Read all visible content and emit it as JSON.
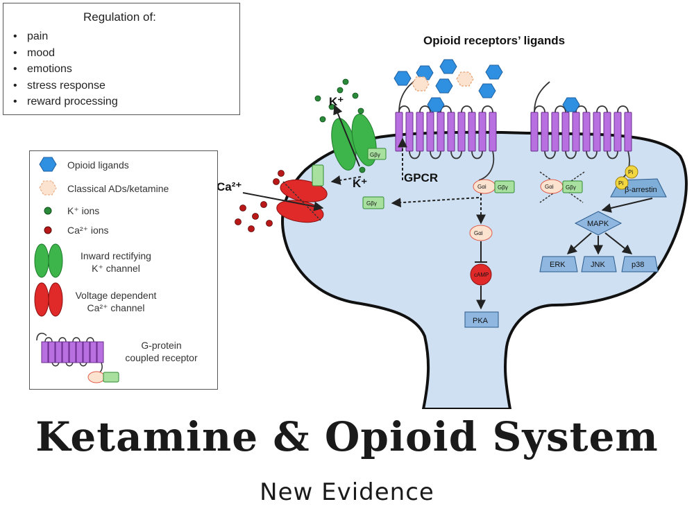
{
  "regulation": {
    "title": "Regulation of:",
    "items": [
      "pain",
      "mood",
      "emotions",
      "stress response",
      "reward processing"
    ]
  },
  "legend": {
    "opioid_ligands": "Opioid ligands",
    "classical_ads": "Classical ADs/ketamine",
    "k_ions": "K⁺ ions",
    "ca_ions": "Ca²⁺ ions",
    "inward_line1": "Inward rectifying",
    "inward_line2": "K⁺ channel",
    "voltage_line1": "Voltage dependent",
    "voltage_line2": "Ca²⁺ channel",
    "gpcr_line1": "G-protein",
    "gpcr_line2": "coupled receptor"
  },
  "diagram": {
    "ligands_title": "Opioid receptors’ ligands",
    "gpcr": "GPCR",
    "k_plus": "K⁺",
    "ca_2plus": "Ca²⁺",
    "g_alpha": "Gαi",
    "g_beta_gamma": "Gβγ",
    "camp": "cAMP",
    "pka": "PKA",
    "beta_arrestin": "β-arrestin",
    "pi": "Pi",
    "mapk": "MAPK",
    "erk": "ERK",
    "jnk": "JNK",
    "p38": "p38"
  },
  "title": {
    "main": "Ketamine & Opioid System",
    "sub": "New Evidence"
  },
  "colors": {
    "cell_fill": "#cfe0f2",
    "receptor": "#b86fe0",
    "k_channel": "#3db54a",
    "ca_channel": "#e02a2a",
    "ligand": "#2f8fe0",
    "kinase": "#8fb7e0"
  }
}
